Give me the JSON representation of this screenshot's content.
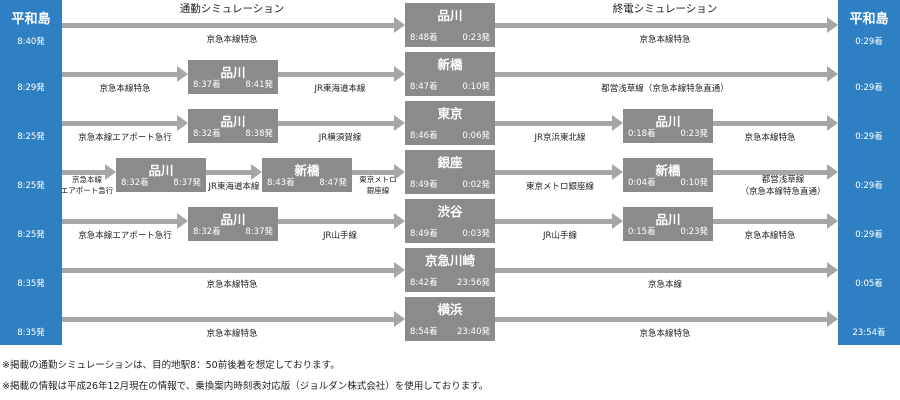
{
  "header": {
    "commute_title": "通勤シミュレーション",
    "last_train_title": "終電シミュレーション"
  },
  "left_column": {
    "title": "平和島"
  },
  "right_column": {
    "title": "平和島"
  },
  "rows": [
    {
      "depart": "8:40発",
      "outbound": [
        {
          "kind": "label",
          "text": "京急本線特急"
        }
      ],
      "hub": {
        "name": "品川",
        "arrive": "8:48着",
        "depart": "0:23発"
      },
      "return": [
        {
          "kind": "label",
          "text": "京急本線特急"
        }
      ],
      "arrive": "0:29着"
    },
    {
      "depart": "8:29発",
      "outbound": [
        {
          "kind": "label",
          "text": "京急本線特急"
        },
        {
          "kind": "station",
          "name": "品川",
          "arrive": "8:37着",
          "depart": "8:41発"
        },
        {
          "kind": "label",
          "text": "JR東海道本線"
        }
      ],
      "hub": {
        "name": "新橋",
        "arrive": "8:47着",
        "depart": "0:10発"
      },
      "return": [
        {
          "kind": "label",
          "text": "都営浅草線（京急本線特急直通）"
        }
      ],
      "arrive": "0:29着"
    },
    {
      "depart": "8:25発",
      "outbound": [
        {
          "kind": "label",
          "text": "京急本線エアポート急行"
        },
        {
          "kind": "station",
          "name": "品川",
          "arrive": "8:32着",
          "depart": "8:38発"
        },
        {
          "kind": "label",
          "text": "JR横須賀線"
        }
      ],
      "hub": {
        "name": "東京",
        "arrive": "8:46着",
        "depart": "0:06発"
      },
      "return": [
        {
          "kind": "label",
          "text": "JR京浜東北線"
        },
        {
          "kind": "station",
          "name": "品川",
          "arrive": "0:18着",
          "depart": "0:23発"
        },
        {
          "kind": "label",
          "text": "京急本線特急"
        }
      ],
      "arrive": "0:29着"
    },
    {
      "depart": "8:25発",
      "outbound": [
        {
          "kind": "label2",
          "lines": [
            "京急本線",
            "エアポート急行"
          ]
        },
        {
          "kind": "station",
          "name": "品川",
          "arrive": "8:32着",
          "depart": "8:37発"
        },
        {
          "kind": "label",
          "text": "JR東海道本線"
        },
        {
          "kind": "station",
          "name": "新橋",
          "arrive": "8:43着",
          "depart": "8:47発"
        },
        {
          "kind": "label2",
          "lines": [
            "東京メトロ",
            "銀座線"
          ]
        }
      ],
      "hub": {
        "name": "銀座",
        "arrive": "8:49着",
        "depart": "0:02発"
      },
      "return": [
        {
          "kind": "label",
          "text": "東京メトロ銀座線"
        },
        {
          "kind": "station",
          "name": "新橋",
          "arrive": "0:04着",
          "depart": "0:10発"
        },
        {
          "kind": "label2",
          "lines": [
            "都営浅草線",
            "（京急本線特急直通）"
          ]
        }
      ],
      "arrive": "0:29着"
    },
    {
      "depart": "8:25発",
      "outbound": [
        {
          "kind": "label",
          "text": "京急本線エアポート急行"
        },
        {
          "kind": "station",
          "name": "品川",
          "arrive": "8:32着",
          "depart": "8:37発"
        },
        {
          "kind": "label",
          "text": "JR山手線"
        }
      ],
      "hub": {
        "name": "渋谷",
        "arrive": "8:49着",
        "depart": "0:03発"
      },
      "return": [
        {
          "kind": "label",
          "text": "JR山手線"
        },
        {
          "kind": "station",
          "name": "品川",
          "arrive": "0:15着",
          "depart": "0:23発"
        },
        {
          "kind": "label",
          "text": "京急本線特急"
        }
      ],
      "arrive": "0:29着"
    },
    {
      "depart": "8:35発",
      "outbound": [
        {
          "kind": "label",
          "text": "京急本線特急"
        }
      ],
      "hub": {
        "name": "京急川崎",
        "arrive": "8:42着",
        "depart": "23:56発"
      },
      "return": [
        {
          "kind": "label",
          "text": "京急本線"
        }
      ],
      "arrive": "0:05着"
    },
    {
      "depart": "8:35発",
      "outbound": [
        {
          "kind": "label",
          "text": "京急本線特急"
        }
      ],
      "hub": {
        "name": "横浜",
        "arrive": "8:54着",
        "depart": "23:40発"
      },
      "return": [
        {
          "kind": "label",
          "text": "京急本線特急"
        }
      ],
      "arrive": "23:54着"
    }
  ],
  "notes": [
    "※掲載の通勤シミュレーションは、目的地駅8：50前後着を想定しております。",
    "※掲載の情報は平成26年12月現在の情報で、乗換案内時刻表対応版（ジョルダン株式会社）を使用しております。"
  ],
  "colors": {
    "sidebar": "#2f80c2",
    "station_box": "#8b8b8b",
    "arrow_band": "#a6a6a6"
  }
}
